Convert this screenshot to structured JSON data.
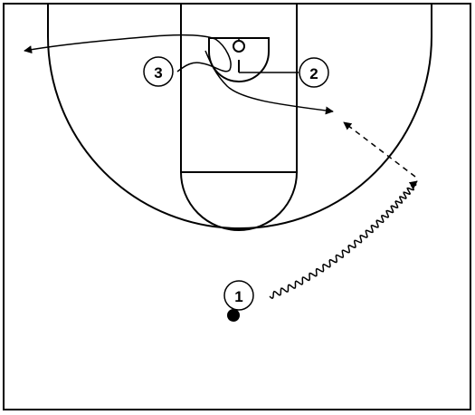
{
  "players": [
    {
      "id": "p1",
      "label": "1",
      "role": "ball-handler"
    },
    {
      "id": "p2",
      "label": "2",
      "role": "offense"
    },
    {
      "id": "p3",
      "label": "3",
      "role": "offense"
    }
  ],
  "colors": {
    "lines": "#000000",
    "background": "#ffffff"
  }
}
